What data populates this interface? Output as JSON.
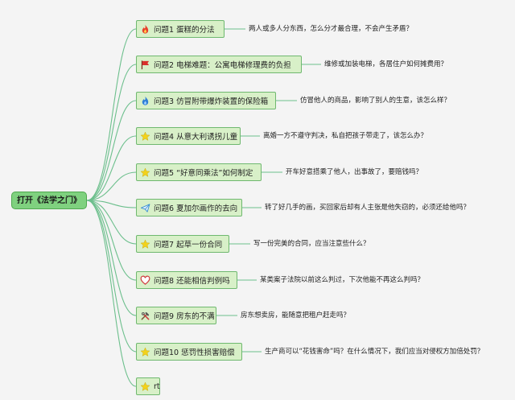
{
  "root": {
    "label": "打开《法学之门》"
  },
  "branches": [
    {
      "label": "问题1 蛋糕的分法",
      "icon": "fire-icon",
      "description": "两人或多人分东西，怎么分才最合理，不会产生矛盾？"
    },
    {
      "label": "问题2 电梯难题：公寓电梯修理费的负担",
      "icon": "red-flag-icon",
      "description": "维修或加装电梯，各居住户如何摊费用？"
    },
    {
      "label": "问题3 仿冒附带爆炸装置的保险箱",
      "icon": "blue-flame-icon",
      "description": "仿冒他人的商品，影响了别人的生意，该怎么样？"
    },
    {
      "label": "问题4 从意大利诱拐儿童",
      "icon": "star-icon",
      "description": "离婚一方不遵守判决，私自把孩子带走了，该怎么办？"
    },
    {
      "label": "问题5 “好意同乘法”如何制定",
      "icon": "star-icon",
      "description": "开车好意搭乘了他人，出事故了，要赔钱吗？"
    },
    {
      "label": "问题6 夏加尔画作的去向",
      "icon": "paper-plane-icon",
      "description": "转了好几手的画，买回家后却有人主张是他失窃的，必须还给他吗？"
    },
    {
      "label": "问题7 起草一份合同",
      "icon": "star-icon",
      "description": "写一份完美的合同，应当注意些什么？"
    },
    {
      "label": "问题8 还能相信判例吗",
      "icon": "heart-icon",
      "description": "某类案子法院以前这么判过，下次他能不再这么判吗？"
    },
    {
      "label": "问题9 房东的不满",
      "icon": "tools-icon",
      "description": "房东想卖房，能随意把租户赶走吗？"
    },
    {
      "label": "问题10 惩罚性损害赔偿",
      "icon": "star-icon",
      "description": "生产商可以“花钱害命”吗？在什么情况下，我们应当对侵权方加倍处罚？"
    },
    {
      "label": "rt",
      "icon": "star-icon",
      "description": ""
    }
  ],
  "colors": {
    "branch_line": "#6cbf8c",
    "node_fill": "#d8f0c8",
    "root_fill": "#7fd17f",
    "fire": "#e8412c",
    "flag": "#d9302a",
    "blue_flame": "#2f7fd6",
    "star": "#f2d21b",
    "plane": "#3a8fd0",
    "heart": "#d0393d"
  }
}
